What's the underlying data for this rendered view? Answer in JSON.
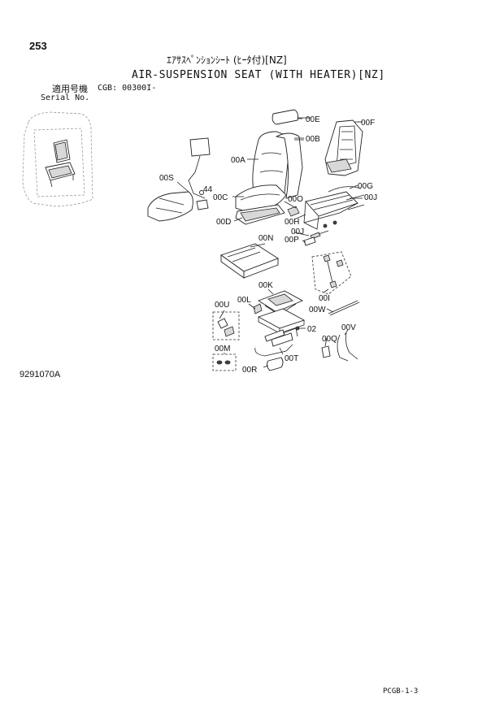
{
  "page_number": "253",
  "title_jp": "ｴｱｻｽﾍﾟﾝｼｮﾝｼｰﾄ (ﾋｰﾀ付)[NZ]",
  "title_en": "AIR-SUSPENSION SEAT (WITH HEATER)[NZ]",
  "applicable_label_jp": "適用号機",
  "serial_range": "CGB: 00300I-",
  "serial_label": "Serial No.",
  "figure_number": "9291070A",
  "page_code": "PCGB-1-3",
  "callouts": {
    "00E": "00E",
    "00B": "00B",
    "00F": "00F",
    "00A": "00A",
    "00S": "00S",
    "44": "44",
    "00C": "00C",
    "00O": "00O",
    "00G": "00G",
    "00J_upper": "00J",
    "00D": "00D",
    "00H": "00H",
    "00J_lower": "00J",
    "00P": "00P",
    "00N": "00N",
    "00K": "00K",
    "00I": "00I",
    "00L": "00L",
    "00U": "00U",
    "00W": "00W",
    "02": "02",
    "00V": "00V",
    "00Q": "00Q",
    "00M": "00M",
    "00T": "00T",
    "00R": "00R"
  }
}
